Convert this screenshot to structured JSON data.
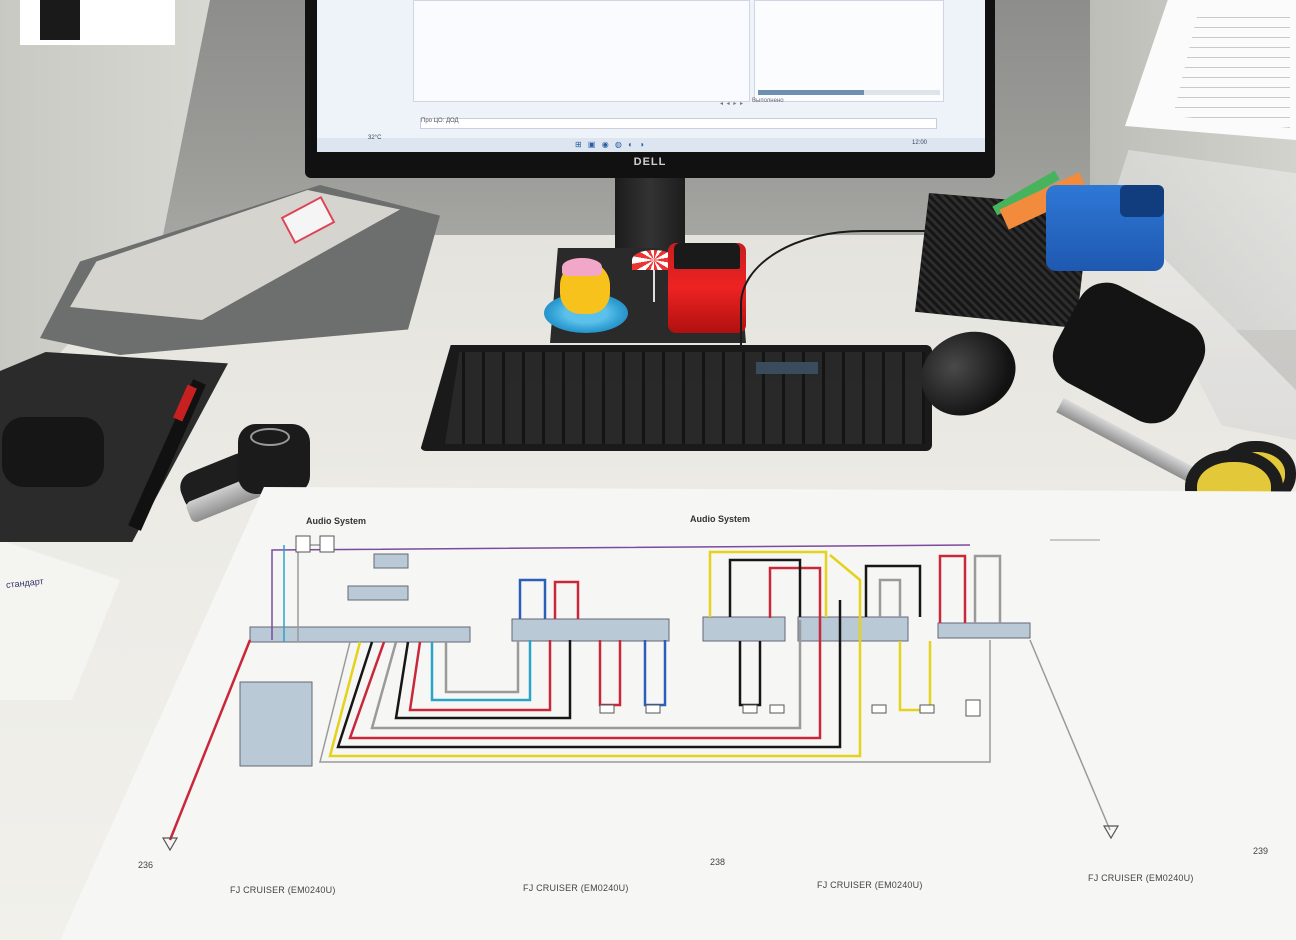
{
  "monitor": {
    "brand": "DELL",
    "screen": {
      "field_label": "Про ЦО: ДОД",
      "right_pane_text": "Выполнено",
      "pager": "◂ ◂ ▸ ▸",
      "taskbar_weather": "32°C",
      "taskbar_icons": "⊞ ▣ ◉ ◍ ◐ ◑",
      "taskbar_clock": "12:00"
    }
  },
  "schematic": {
    "header_left": "Audio System",
    "header_center": "Audio System",
    "page_left": "236",
    "page_center": "238",
    "page_right": "239",
    "footer_models": [
      "FJ CRUISER (EM0240U)",
      "FJ CRUISER (EM0240U)",
      "FJ CRUISER (EM0240U)",
      "FJ CRUISER (EM0240U)"
    ],
    "wire_colors": {
      "red": "#c9283a",
      "blue": "#2b5fb8",
      "black": "#161616",
      "yellow": "#e5d21b",
      "gray": "#9a9a9a",
      "violet": "#7a4b9e",
      "light_blue": "#2aa3c9",
      "module_fill": "#b9c9d6"
    }
  },
  "paper_left": {
    "handwriting": "стандарт"
  },
  "colors": {
    "desk": "#eceae5",
    "wall": "#959692",
    "keyboard": "#1a1a1a",
    "stamp": "#2a6fd0",
    "scissors_handle": "#e3c93a"
  }
}
